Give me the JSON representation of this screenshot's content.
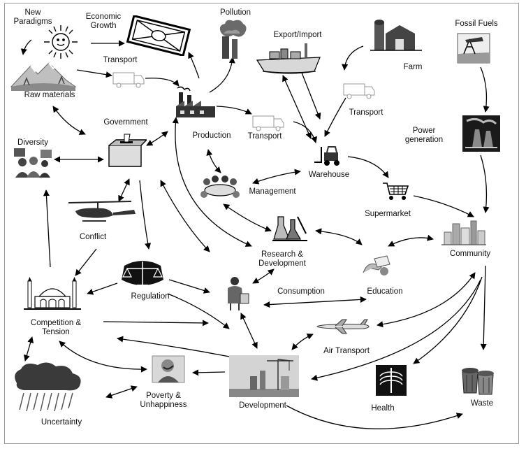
{
  "nodes": {
    "new_paradigms": "New\nParadigms",
    "economic_growth": "Economic\nGrowth",
    "pollution": "Pollution",
    "export_import": "Export/Import",
    "fossil_fuels": "Fossil Fuels",
    "transport_top": "Transport",
    "farm": "Farm",
    "raw_materials": "Raw materials",
    "government": "Government",
    "production": "Production",
    "transport_mid": "Transport",
    "transport_right": "Transport",
    "power_generation": "Power\ngeneration",
    "diversity": "Diversity",
    "warehouse": "Warehouse",
    "management": "Management",
    "supermarket": "Supermarket",
    "conflict": "Conflict",
    "research_development": "Research &\nDevelopment",
    "community": "Community",
    "regulation": "Regulation",
    "consumption": "Consumption",
    "education": "Education",
    "competition_tension": "Competition &\nTension",
    "air_transport": "Air Transport",
    "poverty_unhappiness": "Poverty &\nUnhappiness",
    "development": "Development",
    "health": "Health",
    "waste": "Waste",
    "uncertainty": "Uncertainty"
  }
}
